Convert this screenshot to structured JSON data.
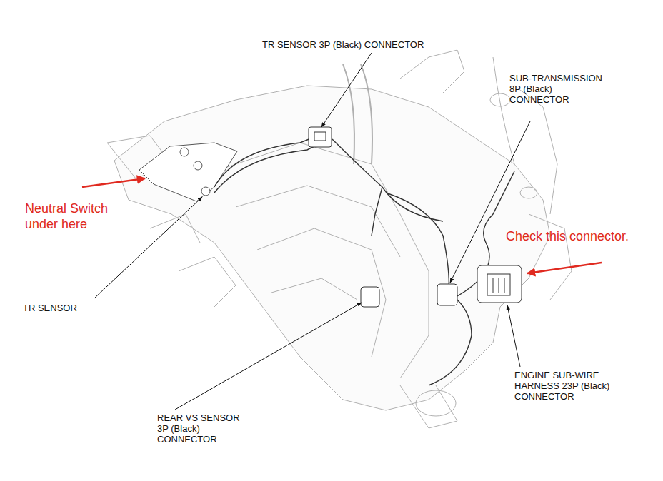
{
  "diagram": {
    "labels": [
      "TR SENSOR 3P (Black) CONNECTOR",
      "SUB-TRANSMISSION 8P (Black) CONNECTOR",
      "Neutral Switch under here",
      "Check this connector.",
      "TR SENSOR",
      "REAR VS SENSOR 3P (Black) CONNECTOR",
      "ENGINE SUB-WIRE HARNESS 23P (Black) CONNECTOR"
    ]
  }
}
